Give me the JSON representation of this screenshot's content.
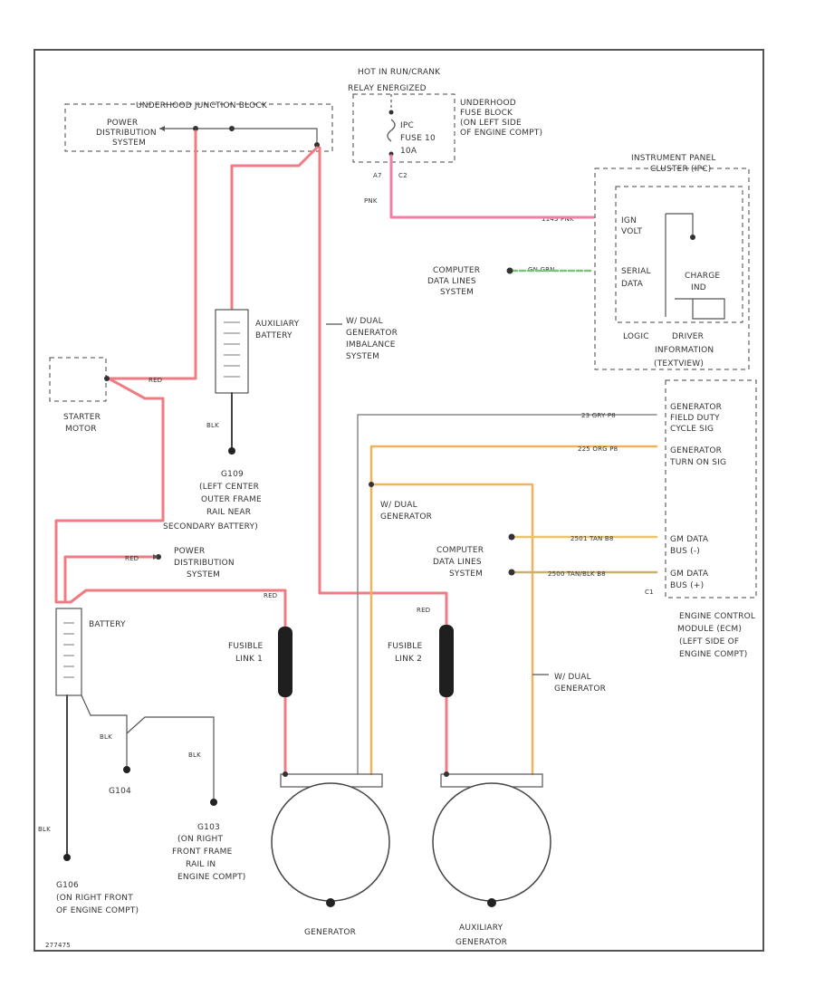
{
  "colors": {
    "red_wire": "#f07b82",
    "orange_wire": "#f2b25c",
    "gray_wire": "#8a8a8a",
    "green_wire": "#7ac47a",
    "yellow_wire": "#e8c46a",
    "tan_wire": "#c8b070",
    "black_wire": "#444444",
    "pink_wire": "#ef7fa3"
  },
  "labels": {
    "underhood_junction_block": "UNDERHOOD JUNCTION BLOCK",
    "power_distribution": [
      "POWER",
      "DISTRIBUTION",
      "SYSTEM"
    ],
    "hot_in_run_crank": [
      "HOT IN RUN/CRANK",
      "RELAY ENERGIZED"
    ],
    "underhood_fuse_block": [
      "UNDERHOOD",
      "FUSE BLOCK",
      "(ON LEFT SIDE",
      "OF ENGINE COMPT)"
    ],
    "ipc_fuse": [
      "IPC",
      "FUSE 10",
      "10A"
    ],
    "instrument_panel_cluster": [
      "INSTRUMENT PANEL",
      "CLUSTER (IPC)"
    ],
    "ign_volt": [
      "IGN",
      "VOLT"
    ],
    "serial_data": [
      "SERIAL",
      "DATA"
    ],
    "charge_ind": [
      "CHARGE",
      "IND"
    ],
    "logic": "LOGIC",
    "driver_info": [
      "DRIVER",
      "INFORMATION",
      "(TEXTVIEW)"
    ],
    "computer_data_lines_1": [
      "COMPUTER",
      "DATA LINES",
      "SYSTEM"
    ],
    "auxiliary_battery": [
      "AUXILIARY",
      "BATTERY"
    ],
    "dual_gen_relay": [
      "W/ DUAL",
      "GENERATOR",
      "IMBALANCE",
      "SYSTEM"
    ],
    "starter_motor": [
      "STARTER",
      "MOTOR"
    ],
    "g109": [
      "G109",
      "(LEFT CENTER",
      "OUTER FRAME",
      "RAIL NEAR",
      "SECONDARY BATTERY)"
    ],
    "gen_field": [
      "GENERATOR",
      "FIELD DUTY",
      "CYCLE SIG"
    ],
    "gen_turn_on": [
      "GENERATOR",
      "TURN ON SIG"
    ],
    "w_dual_generator_1": [
      "W/ DUAL",
      "GENERATOR"
    ],
    "computer_data_lines_2": [
      "COMPUTER",
      "DATA LINES",
      "SYSTEM"
    ],
    "gmlan_1": [
      "GM DATA",
      "BUS (-)"
    ],
    "gmlan_2": [
      "GM DATA",
      "BUS (+)"
    ],
    "ecm": [
      "ENGINE CONTROL",
      "MODULE (ECM)",
      "(LEFT SIDE OF",
      "ENGINE COMPT)"
    ],
    "power_distribution_2": [
      "POWER",
      "DISTRIBUTION",
      "SYSTEM"
    ],
    "battery": "BATTERY",
    "fusible_link_1": [
      "FUSIBLE",
      "LINK 1"
    ],
    "fusible_link_2": [
      "FUSIBLE",
      "LINK 2"
    ],
    "w_dual_generator_2": [
      "W/ DUAL",
      "GENERATOR"
    ],
    "g104": "G104",
    "g103": [
      "G103",
      "(ON RIGHT",
      "FRONT FRAME",
      "RAIL IN",
      "ENGINE COMPT)"
    ],
    "g106": [
      "G106",
      "(ON RIGHT FRONT",
      "OF ENGINE COMPT)"
    ],
    "generator": "GENERATOR",
    "aux_generator": [
      "AUXILIARY",
      "GENERATOR"
    ],
    "figure_id": "277475"
  },
  "wire_labels": {
    "red": "RED",
    "blk": "BLK",
    "pnk": "PNK",
    "pnk_circuit": "1143 PNK",
    "grn_circuit": "GN GRN",
    "gry_circuit": "23  GRY  P8",
    "org_circuit": "225  ORG  P8",
    "tan1": "2501  TAN  B8",
    "tan2": "2500  TAN/BLK  B8",
    "a7": "A7",
    "c2": "C2",
    "c1": "C1"
  }
}
